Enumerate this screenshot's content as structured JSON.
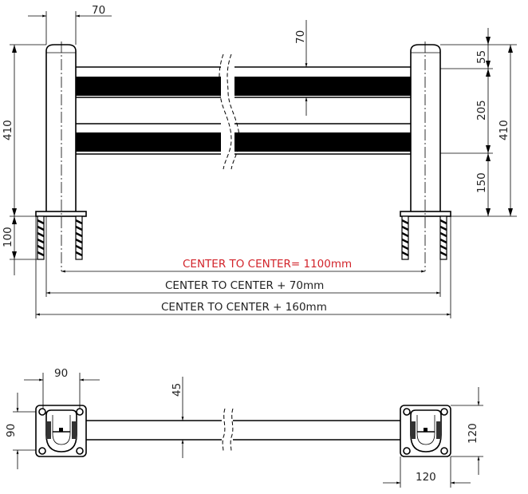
{
  "front_view": {
    "dim_post_width": "70",
    "dim_post_height_left": "410",
    "dim_anchor_depth": "100",
    "dim_rail_height": "70",
    "dim_top_offset": "55",
    "dim_rail_spacing": "205",
    "dim_bottom_offset": "150",
    "dim_post_height_right": "410",
    "center_to_center": "CENTER TO CENTER= 1100mm",
    "center_plus_70": "CENTER TO CENTER + 70mm",
    "center_plus_160": "CENTER TO CENTER + 160mm"
  },
  "top_view": {
    "dim_plate_width": "90",
    "dim_plate_depth": "90",
    "dim_rail_width": "45",
    "dim_plate_right_height": "120",
    "dim_plate_right_width": "120"
  },
  "colors": {
    "accent": "#d2232a",
    "line": "#000000"
  }
}
